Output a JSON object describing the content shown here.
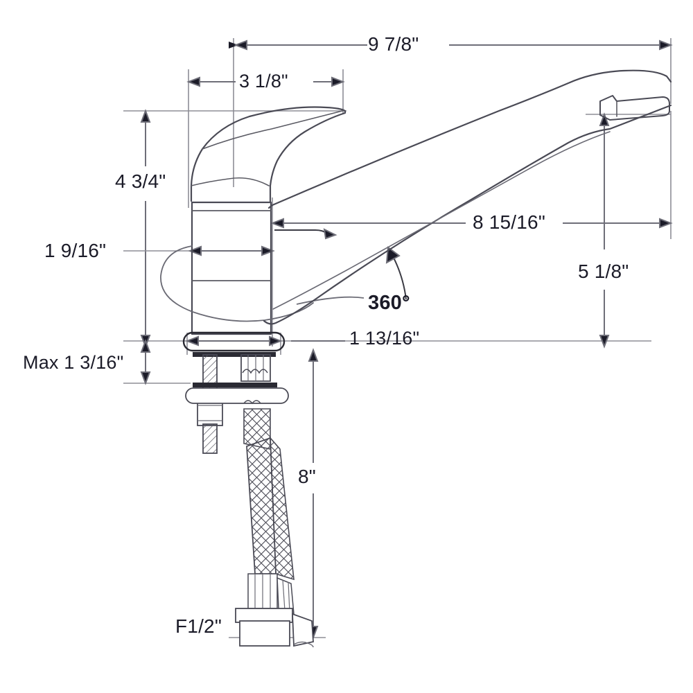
{
  "drawing": {
    "title": "Single-handle kitchen faucet dimensional drawing",
    "units": "inches",
    "line_color": "#6e6e78",
    "heavy_line_color": "#2a2a33",
    "text_color": "#1b1b28",
    "background": "#ffffff"
  },
  "dimensions": {
    "overall_reach": {
      "label": "9 7/8\"",
      "orientation": "horizontal",
      "position": "top"
    },
    "handle_height_offset": {
      "label": "3 1/8\"",
      "orientation": "horizontal",
      "position": "top-left"
    },
    "overall_height": {
      "label": "4 3/4\"",
      "orientation": "vertical",
      "position": "left"
    },
    "body_diameter": {
      "label": "1 9/16\"",
      "orientation": "horizontal",
      "position": "left-middle"
    },
    "spout_reach": {
      "label": "8 15/16\"",
      "orientation": "horizontal",
      "position": "right-middle"
    },
    "spout_height": {
      "label": "5 1/8\"",
      "orientation": "vertical",
      "position": "right"
    },
    "swivel": {
      "label": "360°",
      "orientation": "arc",
      "position": "center"
    },
    "base_diameter": {
      "label": "1 13/16\"",
      "orientation": "horizontal",
      "position": "deck-line"
    },
    "max_deck_thickness": {
      "label": "Max 1 3/16\"",
      "orientation": "vertical",
      "position": "below-deck-left"
    },
    "hose_length": {
      "label": "8\"",
      "orientation": "vertical",
      "position": "below-deck-right"
    },
    "hose_thread": {
      "label": "F1/2\"",
      "orientation": "callout",
      "position": "bottom-left"
    }
  },
  "labels_list": [
    "9 7/8\"",
    "3 1/8\"",
    "4 3/4\"",
    "1 9/16\"",
    "8 15/16\"",
    "5 1/8\"",
    "360°",
    "1 13/16\"",
    "Max 1 3/16\"",
    "8\"",
    "F1/2\""
  ]
}
